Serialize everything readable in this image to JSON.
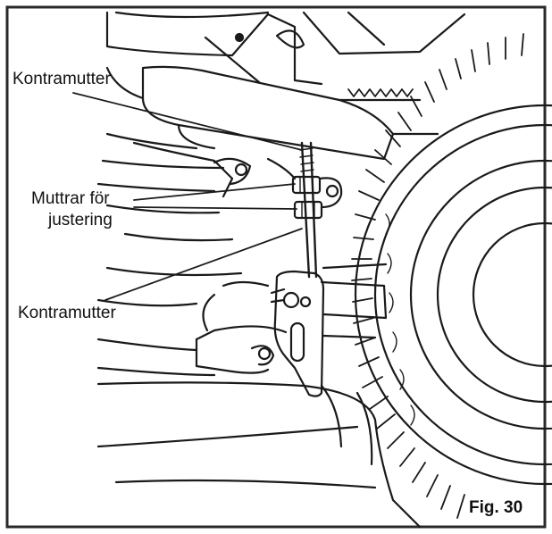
{
  "labels": {
    "lock_nut_top": "Kontramutter",
    "adjust_nuts_line1": "Muttrar för",
    "adjust_nuts_line2": "justering",
    "lock_nut_bottom": "Kontramutter"
  },
  "figure": {
    "caption": "Fig. 30"
  },
  "colors": {
    "line": "#1a1a1a",
    "background": "#ffffff",
    "frame": "#2a2a2a"
  }
}
